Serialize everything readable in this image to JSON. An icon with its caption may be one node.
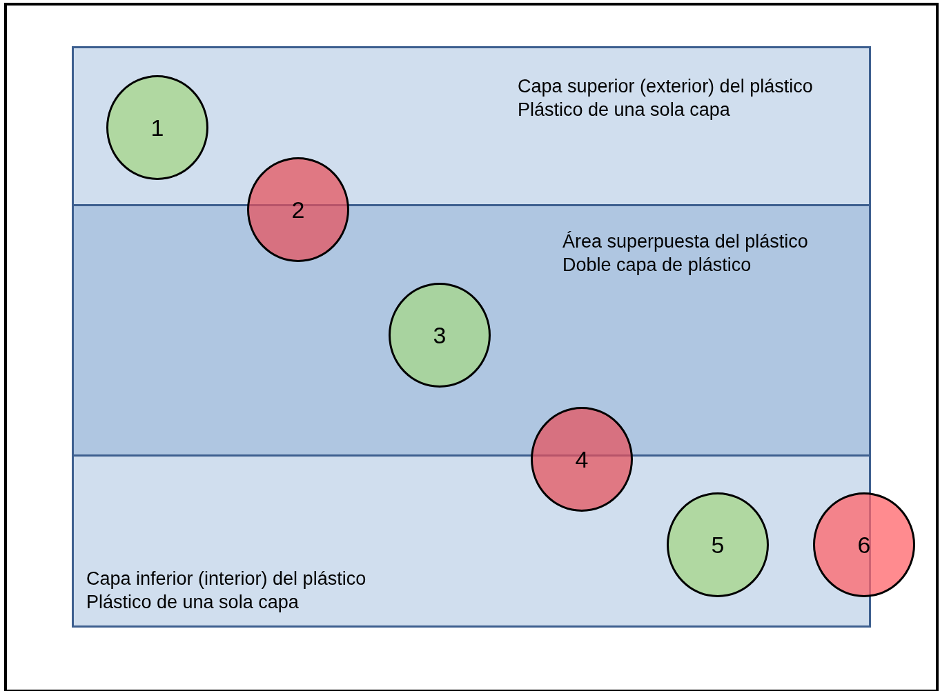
{
  "diagram": {
    "nodes": [
      {
        "text": [
          "Capa superior (exterior) del plástico",
          "Plástico de una sola capa"
        ]
      },
      {
        "text": [
          "1"
        ],
        "in": 0
      },
      {
        "text": [
          "2"
        ]
      },
      {
        "text": [
          "Área superpuesta del plástico",
          "Doble capa de plástico"
        ]
      },
      {
        "text": [
          "3"
        ],
        "in": 3
      },
      {
        "text": [
          "4"
        ]
      },
      {
        "text": [
          "Capa inferior (interior) del plástico",
          "Plástico de una sola capa"
        ]
      },
      {
        "text": [
          "5"
        ],
        "in": 6
      },
      {
        "text": [
          "6"
        ]
      }
    ]
  }
}
